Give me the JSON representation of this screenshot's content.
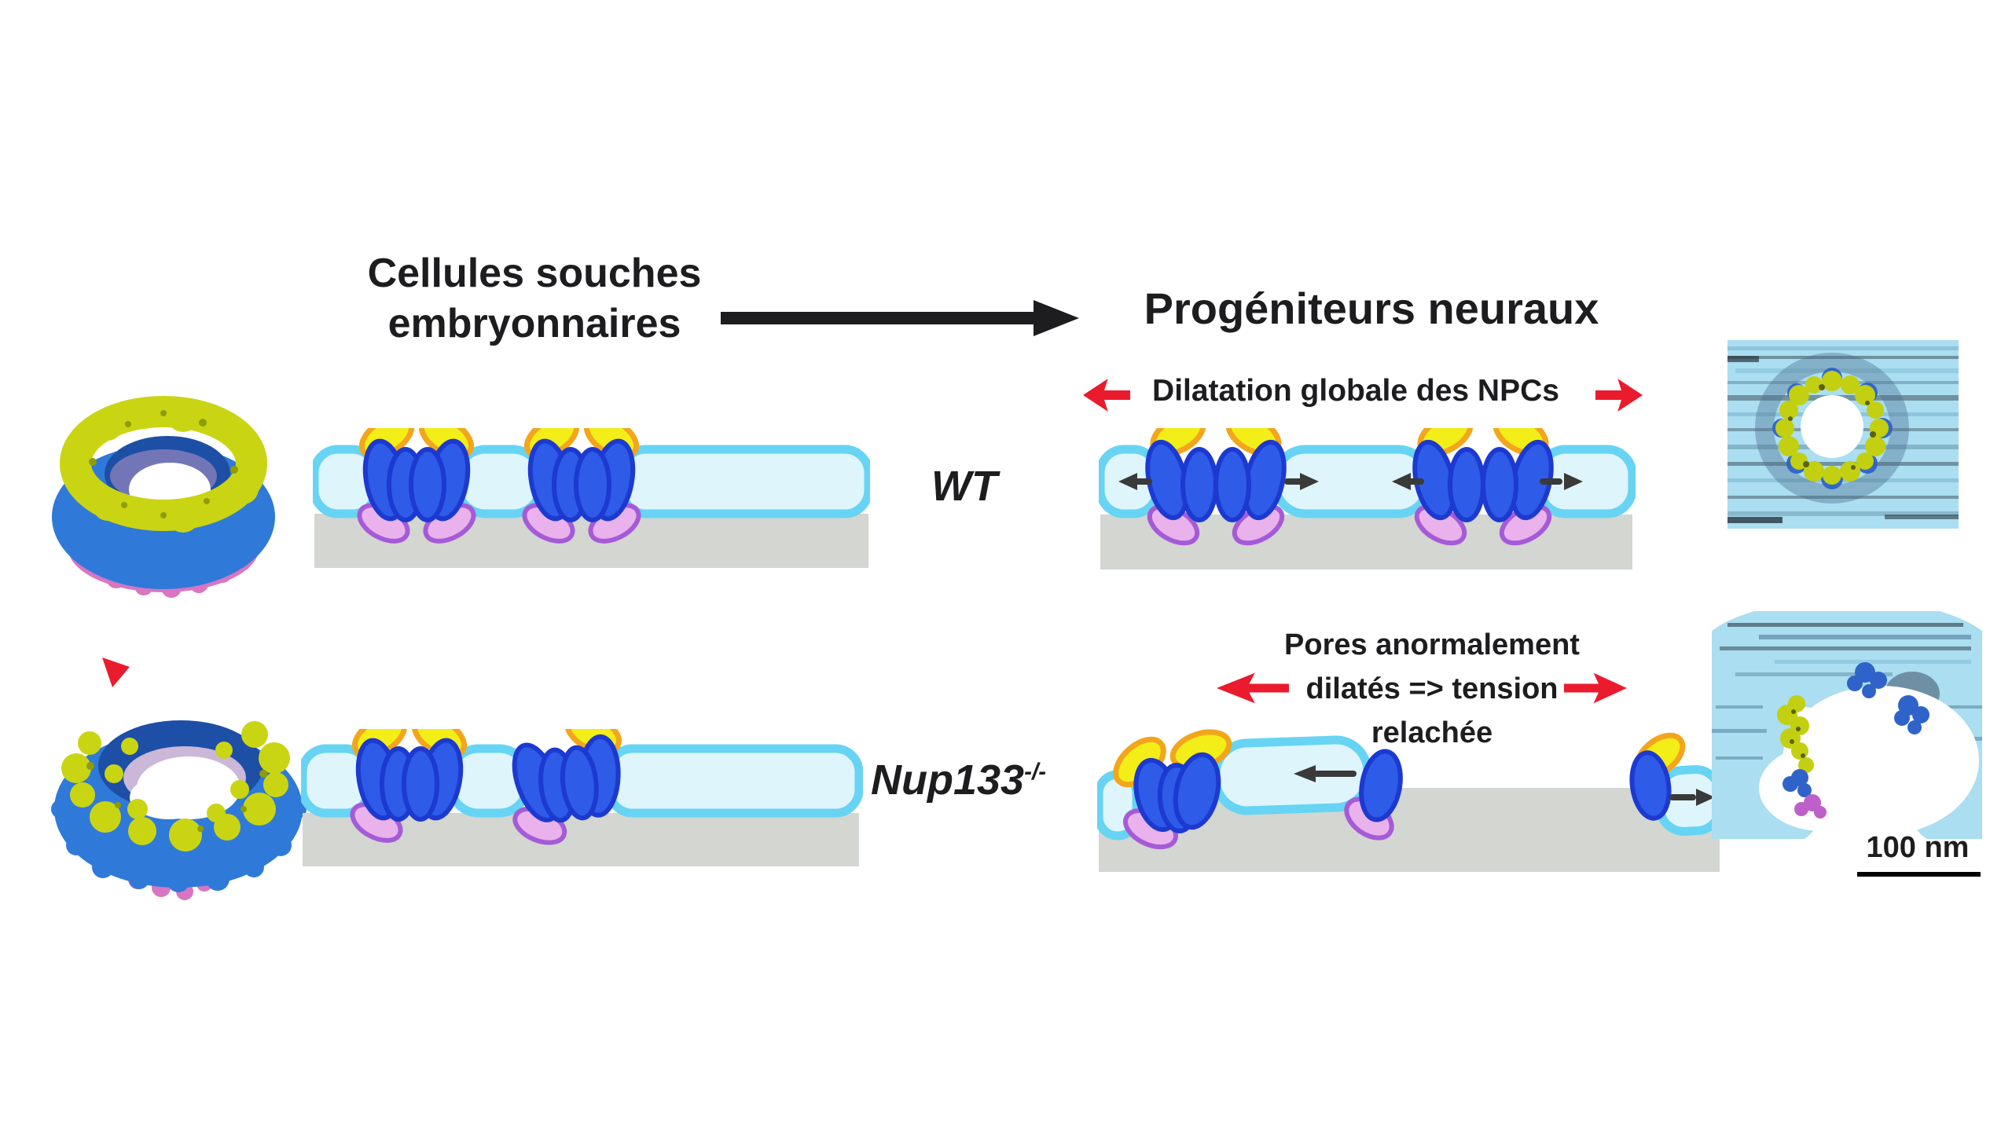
{
  "labels": {
    "title_left_line1": "Cellules souches",
    "title_left_line2": "embryonnaires",
    "title_right": "Progéniteurs neuraux",
    "dilatation": "Dilatation globale des NPCs",
    "pores_line1": "Pores anormalement",
    "pores_line2": "dilatés => tension",
    "pores_line3": "relachée",
    "row1": "WT",
    "row2_base": "Nup133",
    "row2_sup": "-/-",
    "scale_bar": "100 nm"
  },
  "icons": {
    "transition_arrow": "black-right-arrow",
    "dilatation_arrows": "red-left-right-arrows",
    "membrane_flow_arrows": "small-black-arrows",
    "defect_pointer": "red-arrowhead"
  },
  "colors": {
    "ink": "#1d1d1f",
    "arrow_ink": "#3a3a3a",
    "red": "#ea1b2d",
    "membrane_stroke": "#67d4f3",
    "membrane_fill": "#def5fc",
    "nucleus_gray": "#d3d6d1",
    "npc_blue": "#2e5be7",
    "npc_blue_dark": "#1c39d0",
    "npc_yellow": "#f3ee17",
    "npc_yellow_dark": "#f3a51c",
    "npc_pink": "#eab2ec",
    "npc_pink_dark": "#a55bd7",
    "r3d_yellow": "#c9d513",
    "r3d_blue": "#2f7ad9",
    "r3d_blue_dark": "#1d4fa6",
    "r3d_pink": "#d975c1",
    "em_bg": "#aadef0",
    "em_yellow": "#c3cf11",
    "em_blue": "#2f63c9",
    "em_magenta": "#bf5fc9"
  }
}
